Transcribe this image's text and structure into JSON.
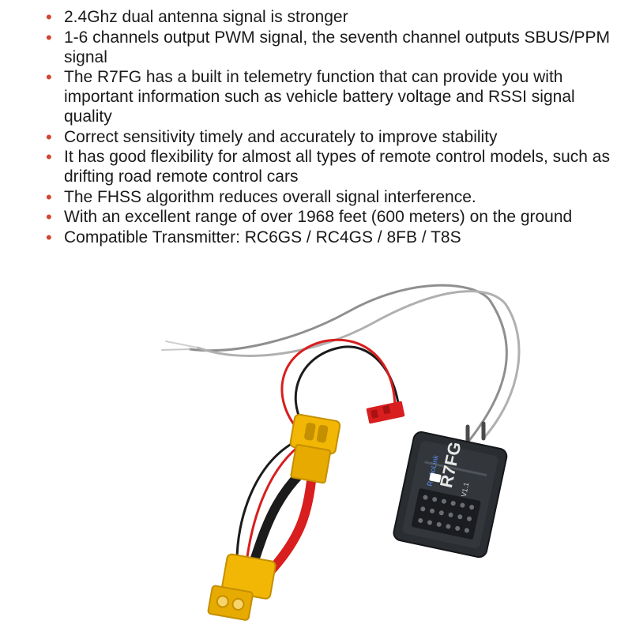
{
  "features": [
    "2.4Ghz dual antenna signal is stronger",
    "1-6 channels output PWM signal, the seventh channel outputs SBUS/PPM signal",
    "The R7FG has a built in telemetry function that can provide you with important information such as vehicle battery voltage and RSSI signal quality",
    "Correct sensitivity timely and accurately to improve stability",
    "It has good flexibility for almost all types of remote control models, such as drifting road remote control cars",
    "The FHSS algorithm reduces overall signal interference.",
    "With an excellent range of over 1968 feet (600 meters) on the ground",
    "Compatible Transmitter: RC6GS / RC4GS / 8FB / T8S"
  ],
  "product": {
    "model_label": "R7FG",
    "version_label": "V1.1",
    "brand_label": "RadioLink"
  },
  "colors": {
    "bullet": "#d4452e",
    "connector_yellow": "#f2b705",
    "wire_red": "#d81e1e",
    "wire_black": "#1b1b1b",
    "antenna_grey": "#9a9a9a"
  }
}
